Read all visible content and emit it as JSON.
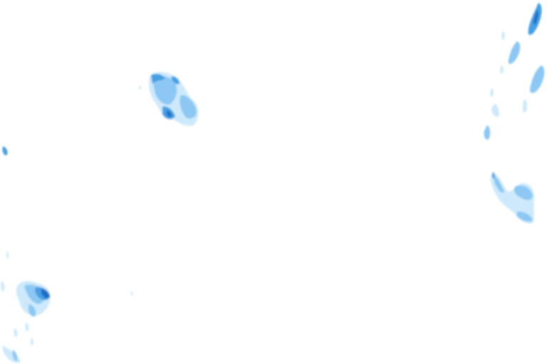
{
  "map": {
    "kind": "precipitation radar overlay",
    "background_color": "#ffffff",
    "palette": {
      "light": "#cde9fb",
      "medium": "#8cc8f3",
      "strong": "#4a9fe2",
      "intense": "#1f6fc6"
    },
    "cells": [
      {
        "name": "cell-upper-center",
        "intensity": "intense"
      },
      {
        "name": "cell-upper-right-streaks",
        "intensity": "strong"
      },
      {
        "name": "cell-right-middle",
        "intensity": "medium"
      },
      {
        "name": "cell-lower-left",
        "intensity": "intense"
      },
      {
        "name": "cell-left-edge-speck",
        "intensity": "strong"
      }
    ]
  }
}
